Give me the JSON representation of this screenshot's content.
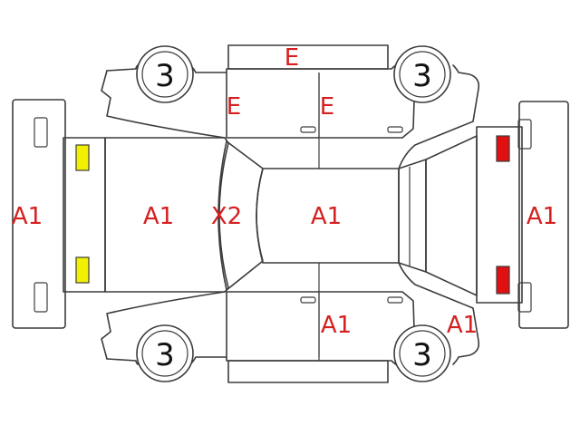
{
  "colors": {
    "outline": "#3c3c3c",
    "mark": "#d42020",
    "front_lamp": "#f0f000",
    "rear_lamp": "#e01010",
    "wheel_label": "#111111"
  },
  "wheels": {
    "front_left": "3",
    "rear_left": "3",
    "front_right": "3",
    "rear_right": "3"
  },
  "marks": {
    "roof_top_edge": "E",
    "front_door_top": "E",
    "rear_door_top": "E",
    "front_bumper": "A1",
    "hood": "A1",
    "windshield": "X2",
    "roof": "A1",
    "rear_bumper": "A1",
    "rear_door_bottom": "A1",
    "rear_quarter_bottom": "A1"
  }
}
